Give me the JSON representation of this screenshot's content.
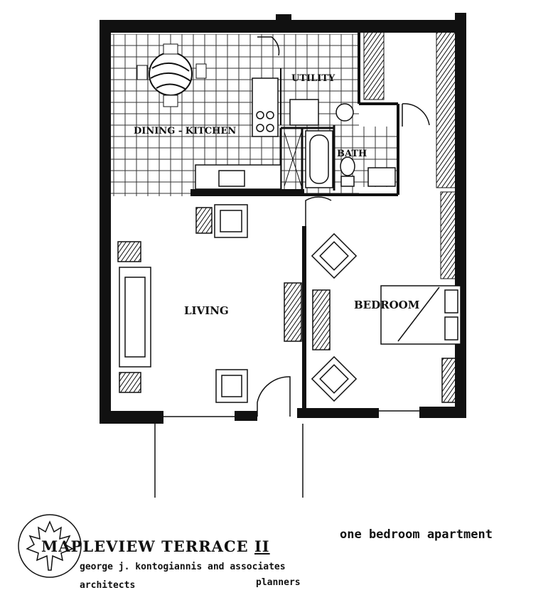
{
  "plan": {
    "rooms": {
      "dining_kitchen": "DINING - KITCHEN",
      "utility": "UTILITY",
      "bath": "BATH",
      "living": "LIVING",
      "bedroom": "BEDROOM"
    }
  },
  "title_block": {
    "project_name": "MAPLEVIEW  TERRACE",
    "phase": "II",
    "firm": "george j. kontogiannis and associates",
    "role_left": "architects",
    "role_right": "planners",
    "unit_type": "one bedroom apartment"
  },
  "colors": {
    "ink": "#111111",
    "paper": "#ffffff"
  }
}
